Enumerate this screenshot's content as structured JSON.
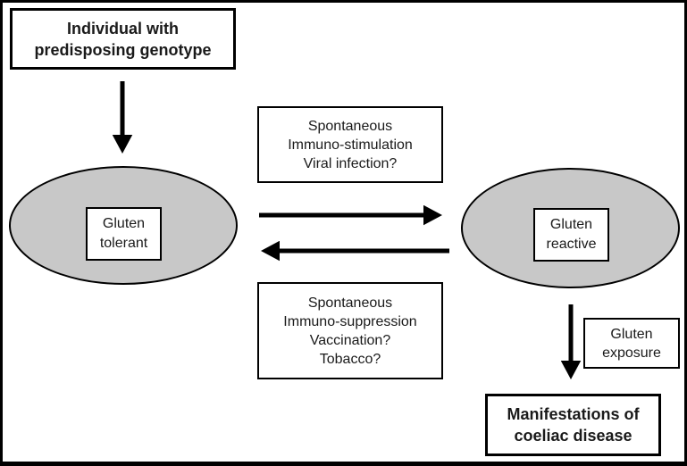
{
  "diagram": {
    "background": "#ffffff",
    "line_color": "#000000",
    "ellipse_fill": "#c8c8c8",
    "nodes": {
      "individual": {
        "label": "Individual with\npredisposing genotype",
        "emphasis": "bold"
      },
      "stimulation": {
        "label": "Spontaneous\nImmuno-stimulation\nViral infection?",
        "emphasis": "normal"
      },
      "gluten_tolerant": {
        "label": "Gluten\ntolerant",
        "emphasis": "normal"
      },
      "gluten_reactive": {
        "label": "Gluten\nreactive",
        "emphasis": "normal"
      },
      "suppression": {
        "label": "Spontaneous\nImmuno-suppression\nVaccination?\nTobacco?",
        "emphasis": "normal"
      },
      "gluten_exposure": {
        "label": "Gluten\nexposure",
        "emphasis": "normal"
      },
      "manifestations": {
        "label": "Manifestations of\ncoeliac disease",
        "emphasis": "bold"
      }
    },
    "edges": [
      {
        "from": "individual",
        "to": "gluten_tolerant",
        "direction": "down"
      },
      {
        "from": "gluten_tolerant",
        "to": "gluten_reactive",
        "direction": "right",
        "annotation": "stimulation"
      },
      {
        "from": "gluten_reactive",
        "to": "gluten_tolerant",
        "direction": "left",
        "annotation": "suppression"
      },
      {
        "from": "gluten_reactive",
        "to": "manifestations",
        "direction": "down",
        "annotation": "gluten_exposure"
      }
    ]
  }
}
